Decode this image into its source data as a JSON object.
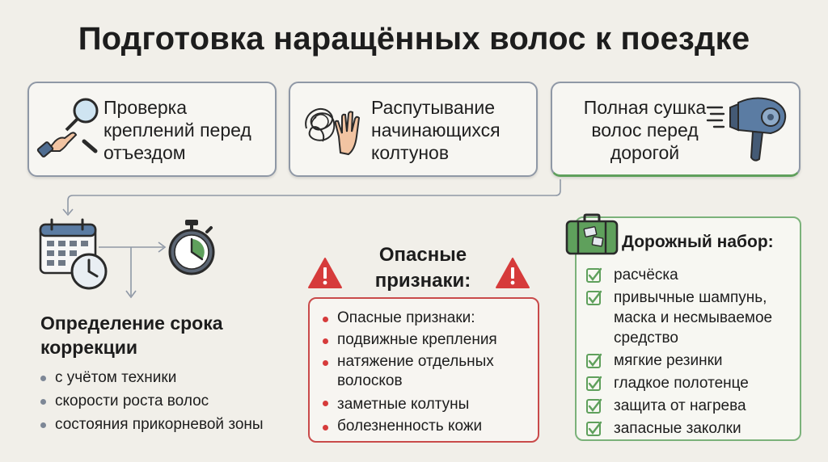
{
  "title": "Подготовка наращённых волос к поездке",
  "cards": [
    {
      "text": "Проверка креплений перед отъездом",
      "icon": "magnifier-hand-icon"
    },
    {
      "text": "Распутывание начинающихся колтунов",
      "icon": "tangle-hand-icon"
    },
    {
      "text": "Полная сушка волос перед дорогой",
      "icon": "hair-dryer-icon"
    }
  ],
  "correction": {
    "title": "Определение срока коррекции",
    "items": [
      "с учётом техники",
      "скорости роста волос",
      "состояния прикорневой зоны"
    ],
    "icons": [
      "calendar-clock-icon",
      "stopwatch-icon"
    ]
  },
  "danger": {
    "title": "Опасные признаки:",
    "items": [
      "Опасные признаки:",
      "подвижные крепления",
      "натяжение отдельных волосков",
      "заметные колтуны",
      "болезненность кожи"
    ],
    "icon": "warning-triangle-icon"
  },
  "kit": {
    "title": "Дорожный набор:",
    "items": [
      "расчёска",
      "привычные шампунь, маска и несмываемое средство",
      "мягкие резинки",
      "гладкое полотенце",
      "защита от нагрева",
      "запасные заколки"
    ],
    "icon": "suitcase-icon"
  },
  "colors": {
    "card_border": "#8f98a6",
    "accent_green": "#5fa05c",
    "danger_red": "#d63b3b",
    "bullet_gray": "#7d8796"
  }
}
